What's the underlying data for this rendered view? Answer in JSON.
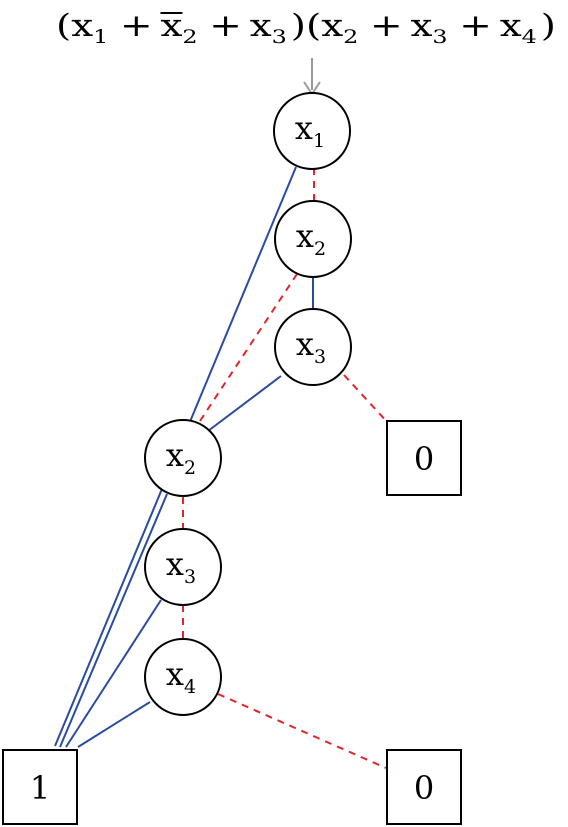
{
  "formula": {
    "clause1": {
      "open": "(",
      "terms": [
        {
          "var": "x",
          "sub": "1",
          "negated": false
        },
        {
          "var": "x",
          "sub": "2",
          "negated": true
        },
        {
          "var": "x",
          "sub": "3",
          "negated": false
        }
      ],
      "op": "+",
      "close": ")"
    },
    "clause2": {
      "open": "(",
      "terms": [
        {
          "var": "x",
          "sub": "2",
          "negated": false
        },
        {
          "var": "x",
          "sub": "3",
          "negated": false
        },
        {
          "var": "x",
          "sub": "4",
          "negated": false
        }
      ],
      "op": "+",
      "close": ")"
    }
  },
  "nodes": [
    {
      "id": "n1",
      "var": "x",
      "sub": "1"
    },
    {
      "id": "n2",
      "var": "x",
      "sub": "2"
    },
    {
      "id": "n3",
      "var": "x",
      "sub": "3"
    },
    {
      "id": "n4",
      "var": "x",
      "sub": "2"
    },
    {
      "id": "n5",
      "var": "x",
      "sub": "3"
    },
    {
      "id": "n6",
      "var": "x",
      "sub": "4"
    }
  ],
  "terminals": [
    {
      "id": "t0a",
      "label": "0"
    },
    {
      "id": "t1",
      "label": "1"
    },
    {
      "id": "t0b",
      "label": "0"
    }
  ],
  "edges": [
    {
      "from": "n1",
      "to": "t1",
      "kind": "high"
    },
    {
      "from": "n1",
      "to": "n2",
      "kind": "low"
    },
    {
      "from": "n2",
      "to": "n3",
      "kind": "high"
    },
    {
      "from": "n2",
      "to": "n4",
      "kind": "low"
    },
    {
      "from": "n3",
      "to": "n4",
      "kind": "high"
    },
    {
      "from": "n3",
      "to": "t0a",
      "kind": "low"
    },
    {
      "from": "n4",
      "to": "t1",
      "kind": "high"
    },
    {
      "from": "n4",
      "to": "n5",
      "kind": "low"
    },
    {
      "from": "n5",
      "to": "t1",
      "kind": "high"
    },
    {
      "from": "n5",
      "to": "n6",
      "kind": "low"
    },
    {
      "from": "n6",
      "to": "t1",
      "kind": "high"
    },
    {
      "from": "n6",
      "to": "t0b",
      "kind": "low"
    }
  ],
  "colors": {
    "high_edge": "#2a4ba0",
    "low_edge": "#e0262a",
    "root_arrow": "#9a9a9a",
    "node_stroke": "#000000",
    "background": "#ffffff"
  }
}
